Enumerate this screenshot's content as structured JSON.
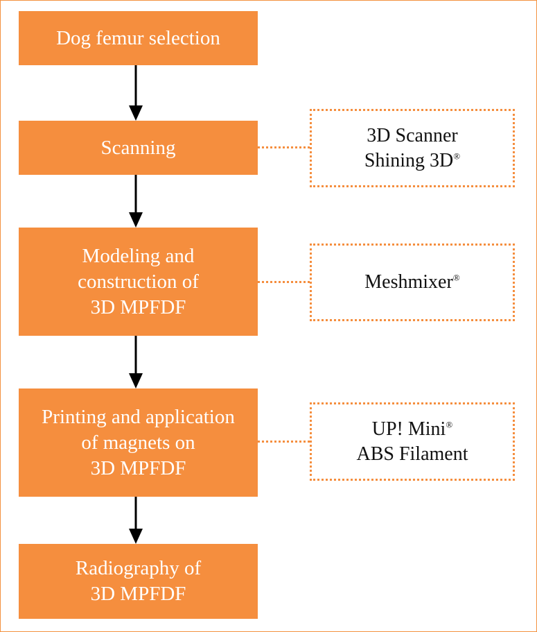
{
  "steps": [
    "Dog femur selection",
    "Scanning",
    "Modeling and\nconstruction of\n3D MPFDF",
    "Printing and application\nof magnets on\n3D MPFDF",
    "Radiography of\n3D MPFDF"
  ],
  "tools": {
    "scanner": {
      "line1": "3D Scanner",
      "line2": "Shining 3D",
      "reg": "®"
    },
    "software": {
      "line1": "Meshmixer",
      "reg": "®"
    },
    "printer": {
      "line1": "UP! Mini",
      "reg": "®",
      "line2": "ABS Filament"
    }
  },
  "colors": {
    "box": "#f58e3e",
    "arrow": "#000000",
    "box_text": "#ffffff"
  }
}
